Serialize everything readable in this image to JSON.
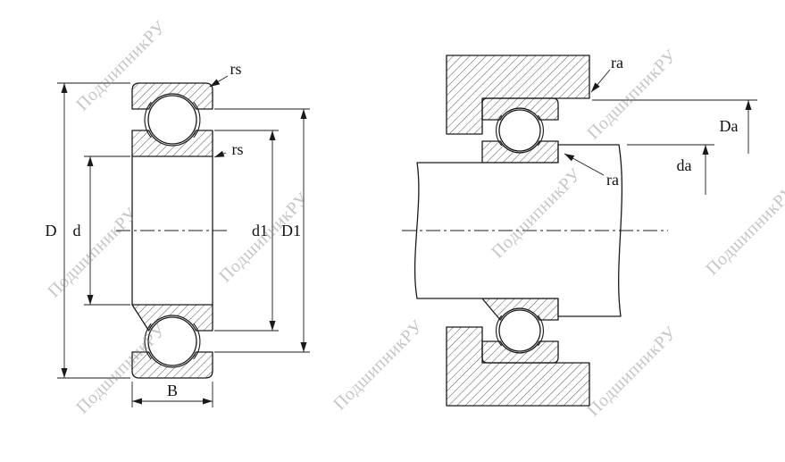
{
  "colors": {
    "line": "#1a1a1a",
    "watermark": "#8c8c8c",
    "background": "#ffffff"
  },
  "watermark": {
    "text": "ПодшипникРУ"
  },
  "diagram": {
    "left_view": {
      "labels": {
        "rs_outer": "rs",
        "rs_inner": "rs",
        "outer_diameter": "D",
        "bore_diameter": "d",
        "inner_ring_shoulder_diameter": "d1",
        "outer_ring_shoulder_diameter": "D1",
        "width": "B"
      }
    },
    "right_view": {
      "labels": {
        "ra_housing": "ra",
        "ra_shaft": "ra",
        "housing_shoulder_diameter": "Da",
        "shaft_shoulder_diameter": "da"
      }
    }
  }
}
